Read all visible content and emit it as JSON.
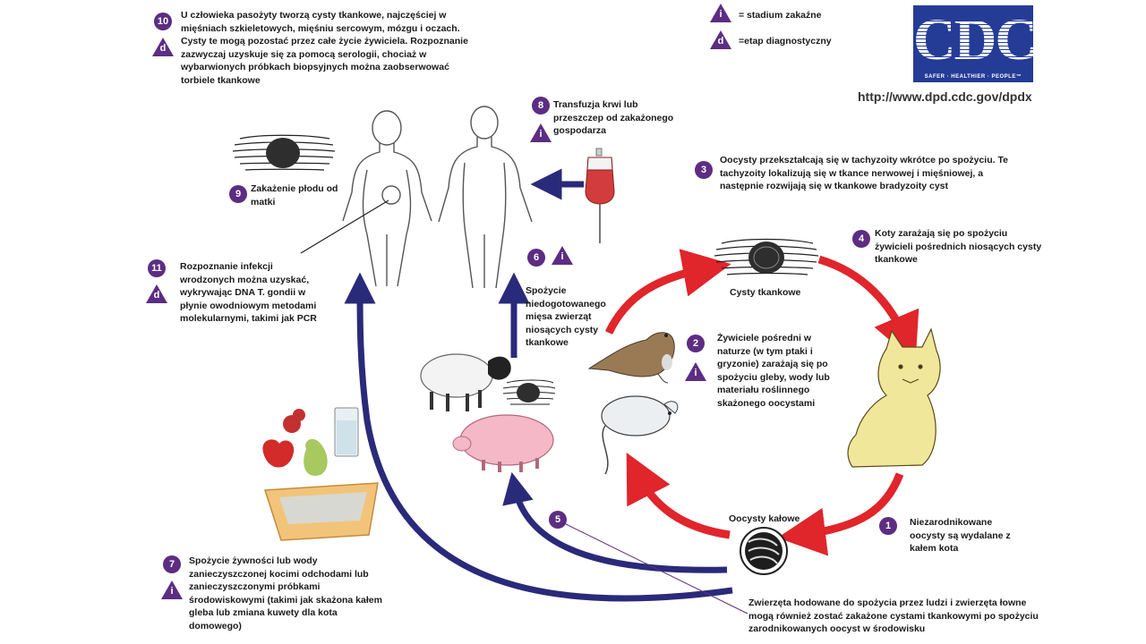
{
  "legend": {
    "infective_label": "= stadium zakaźne",
    "diagnostic_label": "=etap diagnostyczny",
    "infective_glyph": "i",
    "diagnostic_glyph": "d"
  },
  "logo": {
    "letters": "CDC",
    "tagline": "SAFER · HEALTHIER · PEOPLE™",
    "url": "http://www.dpd.cdc.gov/dpdx"
  },
  "steps": {
    "s1": {
      "num": "1",
      "text": "Niezarodnikowane oocysty są wydalane z kałem kota"
    },
    "s2": {
      "num": "2",
      "text": "Żywiciele pośredni w naturze (w tym ptaki i gryzonie) zarażają się po spożyciu gleby, wody lub materiału roślinnego skażonego oocystami"
    },
    "s3": {
      "num": "3",
      "text": "Oocysty przekształcają się w tachyzoity wkrótce po spożyciu. Te tachyzoity lokalizują się w tkance nerwowej i mięśniowej, a następnie rozwijają się w tkankowe bradyzoity cyst"
    },
    "s4": {
      "num": "4",
      "text": "Koty zarażają się po spożyciu żywicieli pośrednich niosących cysty tkankowe"
    },
    "s5": {
      "num": "5",
      "text": "Zwierzęta hodowane do spożycia przez ludzi i zwierzęta łowne mogą również zostać zakażone cystami tkankowymi po spożyciu zarodnikowanych oocyst w środowisku"
    },
    "s6": {
      "num": "6",
      "text": "Spożycie niedogotowanego mięsa zwierząt niosących cysty tkankowe"
    },
    "s7": {
      "num": "7",
      "text": "Spożycie żywności lub wody zanieczyszczonej kocimi odchodami lub zanieczyszczonymi próbkami środowiskowymi (takimi jak skażona kałem gleba lub zmiana kuwety dla kota domowego)"
    },
    "s8": {
      "num": "8",
      "text": "Transfuzja krwi lub przeszczep od zakażonego gospodarza"
    },
    "s9": {
      "num": "9",
      "text": "Zakażenie płodu od matki"
    },
    "s10": {
      "num": "10",
      "text": "U człowieka  pasożyty tworzą cysty tkankowe, najczęściej w mięśniach szkieletowych, mięśniu sercowym, mózgu i oczach. Cysty te mogą pozostać przez całe życie żywiciela. Rozpoznanie zazwyczaj uzyskuje się za pomocą serologii, chociaż w wybarwionych próbkach biopsyjnych można zaobserwować torbiele tkankowe"
    },
    "s11": {
      "num": "11",
      "text": "Rozpoznanie infekcji wrodzonych można uzyskać, wykrywając DNA T. gondii w płynie owodniowym metodami molekularnymi, takimi jak PCR"
    }
  },
  "labels": {
    "tissue_cysts": "Cysty tkankowe",
    "fecal_oocysts": "Oocysty kałowe"
  },
  "colors": {
    "badge": "#5c2d82",
    "red_arrow": "#e0252b",
    "blue_arrow": "#2a2a7a",
    "cdc_blue": "#243c96"
  }
}
